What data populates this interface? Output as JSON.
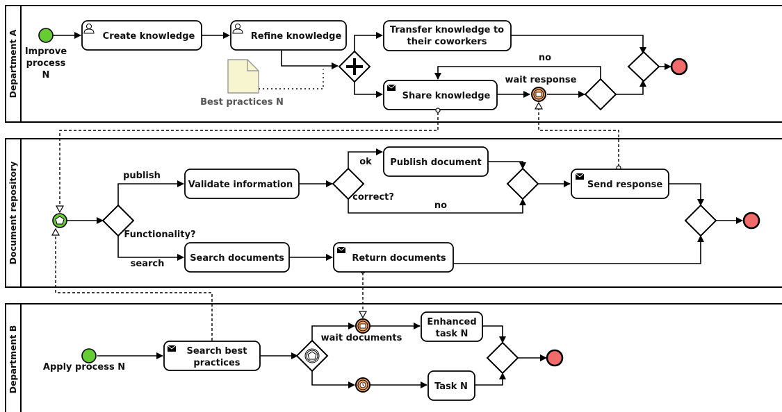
{
  "lanes": {
    "a": "Department A",
    "repo": "Document repository",
    "b": "Department B"
  },
  "dept_a": {
    "start_l1": "Improve",
    "start_l2": "process",
    "start_l3": "N",
    "create": "Create knowledge",
    "refine": "Refine knowledge",
    "transfer_l1": "Transfer knowledge to",
    "transfer_l2": "their coworkers",
    "share": "Share knowledge",
    "wait_response": "wait response",
    "no": "no",
    "best_practices": "Best practices N"
  },
  "repo": {
    "publish": "publish",
    "search": "search",
    "functionality": "Functionality?",
    "validate": "Validate information",
    "correct": "correct?",
    "ok": "ok",
    "no": "no",
    "publish_doc": "Publish document",
    "send_response": "Send response",
    "search_docs": "Search documents",
    "return_docs": "Return documents"
  },
  "dept_b": {
    "start": "Apply process N",
    "search_best_l1": "Search best",
    "search_best_l2": "practices",
    "wait_documents": "wait documents",
    "enhanced_l1": "Enhanced",
    "enhanced_l2": "task N",
    "task_n": "Task N"
  },
  "colors": {
    "start": "#66cc33",
    "end": "#f26b6b",
    "message_event": "#f4a460",
    "data_object": "#f7f4d0",
    "line": "#000000"
  }
}
